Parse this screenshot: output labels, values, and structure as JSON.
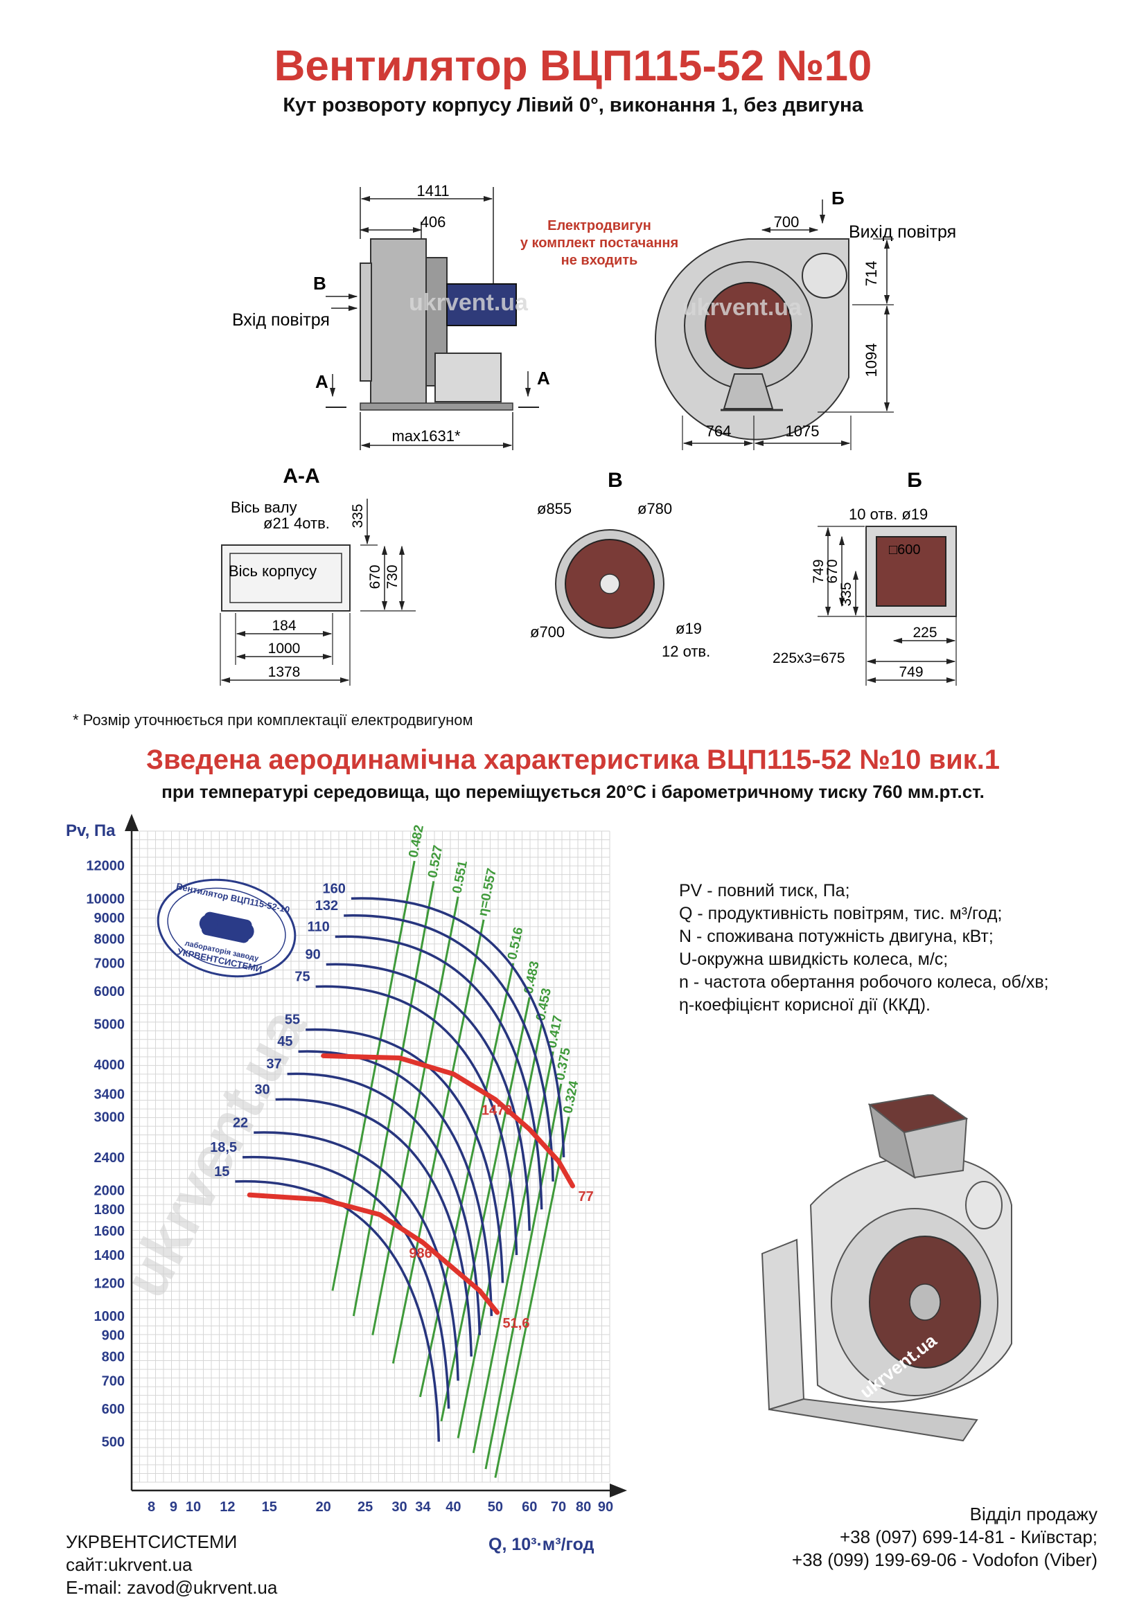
{
  "header": {
    "title": "Вентилятор  ВЦП115-52 №10",
    "subtitle": "Кут розвороту корпусу Лівий 0°, виконання 1, без двигуна"
  },
  "drawings": {
    "side_view": {
      "dim_total": "1411",
      "dim_inlet": "406",
      "dim_max": "max1631*",
      "motor_note": [
        "Електродвигун",
        "у комплект постачання",
        "не входить"
      ],
      "label_inlet": "Вхід повітря",
      "label_b": "В",
      "label_a": "А"
    },
    "front_view": {
      "dim_700": "700",
      "dim_714": "714",
      "dim_1094": "1094",
      "dim_764": "764",
      "dim_1075": "1075",
      "label_outlet": "Вихід повітря",
      "label_b": "Б"
    },
    "section_aa": {
      "title": "А-А",
      "shaft_axis": "Вісь валу",
      "holes": "ø21 4отв.",
      "body_axis": "Вісь корпусу",
      "dim_335": "335",
      "dim_670": "670",
      "dim_730": "730",
      "dim_184": "184",
      "dim_1000": "1000",
      "dim_1378": "1378"
    },
    "section_v": {
      "title": "В",
      "d855": "ø855",
      "d780": "ø780",
      "d700": "ø700",
      "d19": "ø19",
      "holes": "12 отв."
    },
    "section_b": {
      "title": "Б",
      "holes": "10 отв. ø19",
      "sq600": "□600",
      "dim_749v": "749",
      "dim_670": "670",
      "dim_335": "335",
      "dim_225": "225",
      "dim_675": "225х3=675",
      "dim_749h": "749"
    },
    "watermark": "ukrvent.ua"
  },
  "footnote": "* Розмір уточнюється при комплектації електродвигуном",
  "chart_heading": {
    "title": "Зведена аеродинамічна характеристика ВЦП115-52 №10 вик.1",
    "subtitle": "при температурі середовища, що переміщується 20°С і барометричному тиску 760 мм.рт.ст."
  },
  "legend": [
    "PV - повний тиск, Па;",
    "Q - продуктивність повітрям, тис. м³/год;",
    "N - споживана потужність двигуна, кВт;",
    "U-окружна швидкість колеса, м/с;",
    "n - частота обертання робочого колеса, об/хв;",
    "η-коефіцієнт корисної дії (ККД)."
  ],
  "stamp": {
    "top": "Вентилятор ВЦП115-52-10",
    "mid": "лабораторія заводу",
    "bottom": "УКРВЕНТСИСТЕМИ"
  },
  "chart_data": {
    "type": "line",
    "xlabel": "Q, 10³·м³/год",
    "ylabel": "Pv, Па",
    "x_scale": "log",
    "y_scale": "log",
    "xlim": [
      7.2,
      92
    ],
    "ylim": [
      400,
      14500
    ],
    "x_ticks": [
      8,
      9,
      10,
      12,
      15,
      20,
      25,
      30,
      34,
      40,
      50,
      60,
      70,
      80,
      90
    ],
    "y_ticks": [
      500,
      600,
      700,
      800,
      900,
      1000,
      1200,
      1400,
      1600,
      1800,
      2000,
      2400,
      3000,
      3400,
      4000,
      5000,
      6000,
      7000,
      8000,
      9000,
      10000,
      12000
    ],
    "power_curves": {
      "labels": [
        "15",
        "18,5",
        "22",
        "30",
        "37",
        "45",
        "55",
        "75",
        "90",
        "110",
        "132",
        "160"
      ],
      "start": [
        [
          12.5,
          2100
        ],
        [
          13.0,
          2400
        ],
        [
          13.8,
          2750
        ],
        [
          15.5,
          3300
        ],
        [
          16.5,
          3800
        ],
        [
          17.5,
          4300
        ],
        [
          18.2,
          4850
        ],
        [
          19.2,
          6150
        ],
        [
          20.3,
          6950
        ],
        [
          21.3,
          8100
        ],
        [
          22.3,
          9100
        ],
        [
          23.2,
          10000
        ]
      ],
      "end": [
        [
          37,
          500
        ],
        [
          39,
          600
        ],
        [
          41,
          700
        ],
        [
          44,
          800
        ],
        [
          46,
          900
        ],
        [
          49,
          1000
        ],
        [
          52,
          1200
        ],
        [
          56,
          1400
        ],
        [
          60,
          1600
        ],
        [
          64,
          1800
        ],
        [
          68,
          2100
        ],
        [
          72,
          2400
        ]
      ]
    },
    "efficiency_lines": [
      {
        "label": "0.482",
        "top": [
          32.5,
          12300
        ],
        "bottom": [
          21.0,
          1150
        ]
      },
      {
        "label": "0.527",
        "top": [
          36.0,
          11000
        ],
        "bottom": [
          23.5,
          1000
        ]
      },
      {
        "label": "0.551",
        "top": [
          41.0,
          10100
        ],
        "bottom": [
          26.0,
          900
        ]
      },
      {
        "label": "η=0.557",
        "top": [
          47.0,
          8900
        ],
        "bottom": [
          29.0,
          770
        ]
      },
      {
        "label": "0.516",
        "top": [
          55.0,
          7000
        ],
        "bottom": [
          33.5,
          640
        ]
      },
      {
        "label": "0.483",
        "top": [
          60.0,
          5800
        ],
        "bottom": [
          37.5,
          560
        ]
      },
      {
        "label": "0.453",
        "top": [
          64.0,
          5000
        ],
        "bottom": [
          41.0,
          510
        ]
      },
      {
        "label": "0.417",
        "top": [
          68.0,
          4300
        ],
        "bottom": [
          44.5,
          470
        ]
      },
      {
        "label": "0.375",
        "top": [
          71.0,
          3600
        ],
        "bottom": [
          47.5,
          430
        ]
      },
      {
        "label": "0.324",
        "top": [
          74.0,
          3000
        ],
        "bottom": [
          50.0,
          410
        ]
      }
    ],
    "speed_curves": [
      {
        "n": "1470",
        "u": "77",
        "points": [
          [
            20.0,
            4200
          ],
          [
            30.0,
            4150
          ],
          [
            40.0,
            3800
          ],
          [
            50.0,
            3300
          ],
          [
            60.0,
            2800
          ],
          [
            70.0,
            2350
          ],
          [
            75.5,
            2050
          ]
        ]
      },
      {
        "n": "986",
        "u": "51,6",
        "points": [
          [
            13.5,
            1950
          ],
          [
            20.0,
            1900
          ],
          [
            27.0,
            1750
          ],
          [
            34.0,
            1500
          ],
          [
            40.0,
            1300
          ],
          [
            46.0,
            1150
          ],
          [
            50.5,
            1020
          ]
        ]
      }
    ],
    "watermark": "ukrvent.ua"
  },
  "contacts": {
    "company": "УКРВЕНТСИСТЕМИ",
    "site": "сайт:ukrvent.ua",
    "email": "E-mail: zavod@ukrvent.ua",
    "sales": "Відділ продажу",
    "phone1": "+38 (097) 699-14-81 - Київстар;",
    "phone2": "+38 (099) 199-69-06 - Vodofon (Viber)"
  },
  "photo_watermark": "ukrvent.ua"
}
